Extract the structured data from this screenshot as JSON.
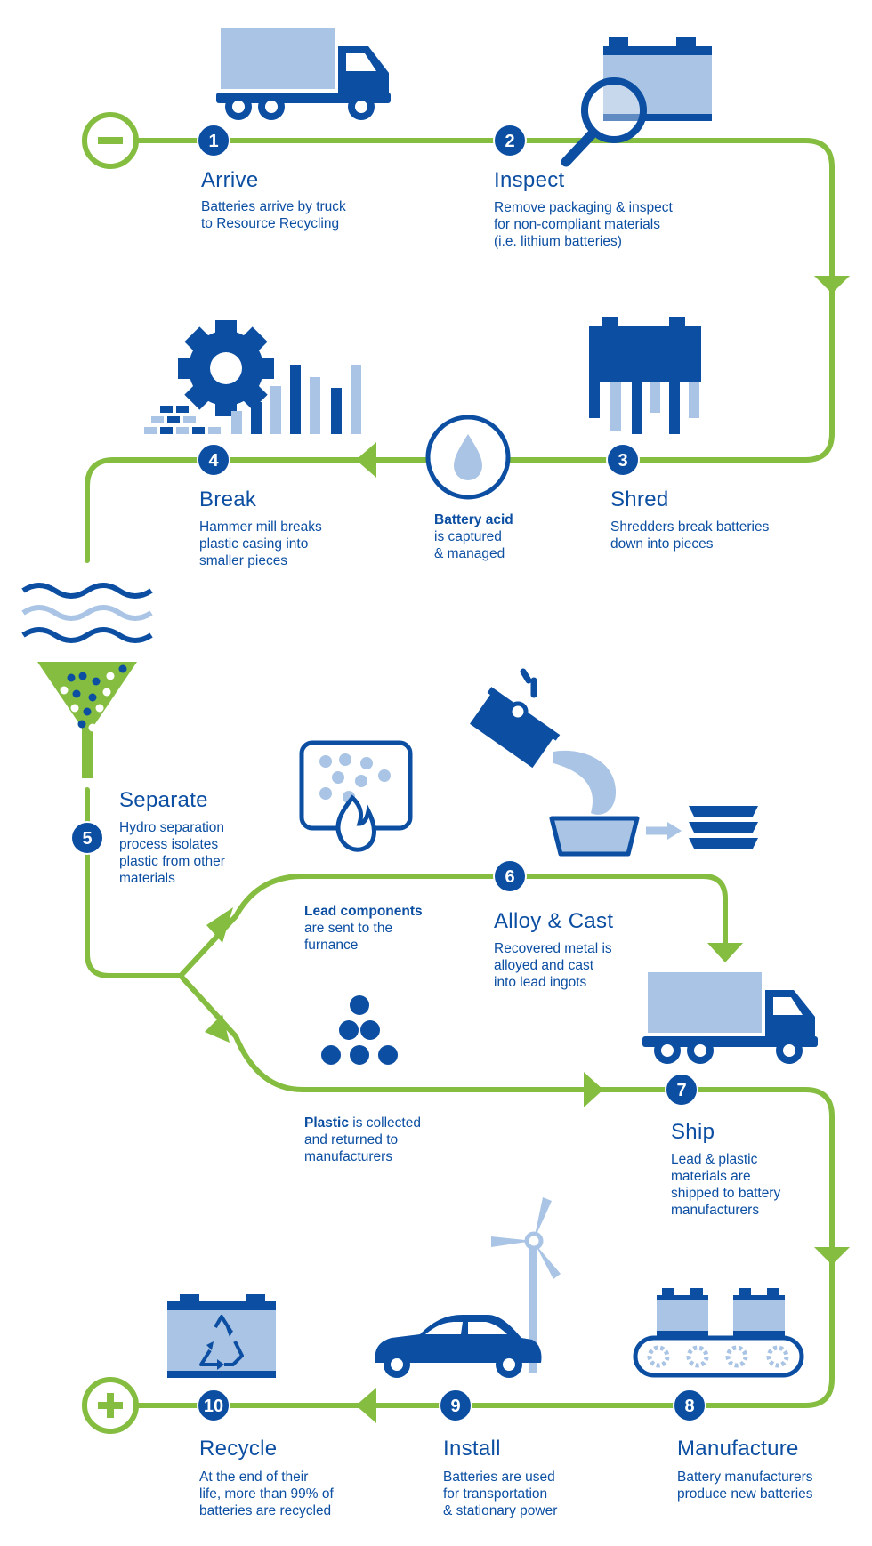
{
  "colors": {
    "green": "#84bd3f",
    "blue": "#0b4ea2",
    "light_blue": "#a9c4e4",
    "white": "#ffffff"
  },
  "start_icon": "minus-icon",
  "end_icon": "plus-icon",
  "steps": [
    {
      "num": "1",
      "title": "Arrive",
      "desc": [
        "Batteries arrive by truck",
        "to Resource Recycling"
      ],
      "icon": "truck-icon"
    },
    {
      "num": "2",
      "title": "Inspect",
      "desc": [
        "Remove packaging & inspect",
        "for non-compliant materials",
        "(i.e. lithium batteries)"
      ],
      "icon": "magnifier-battery-icon"
    },
    {
      "num": "3",
      "title": "Shred",
      "desc": [
        "Shredders break batteries",
        "down into pieces"
      ],
      "icon": "shredder-icon"
    },
    {
      "num": "4",
      "title": "Break",
      "desc": [
        "Hammer mill breaks",
        "plastic casing into",
        "smaller pieces"
      ],
      "icon": "gear-bars-icon"
    },
    {
      "num": "5",
      "title": "Separate",
      "desc": [
        "Hydro separation",
        "process isolates",
        "plastic from other",
        "materials"
      ],
      "icon": "water-funnel-icon"
    },
    {
      "num": "6",
      "title": "Alloy & Cast",
      "desc": [
        "Recovered metal is",
        "alloyed and cast",
        "into lead ingots"
      ],
      "icon": "ladle-ingots-icon"
    },
    {
      "num": "7",
      "title": "Ship",
      "desc": [
        "Lead & plastic",
        "materials are",
        "shipped to battery",
        "manufacturers"
      ],
      "icon": "truck-icon"
    },
    {
      "num": "8",
      "title": "Manufacture",
      "desc": [
        "Battery manufacturers",
        "produce new batteries"
      ],
      "icon": "conveyor-icon"
    },
    {
      "num": "9",
      "title": "Install",
      "desc": [
        "Batteries are used",
        "for transportation",
        "& stationary power"
      ],
      "icon": "car-turbine-icon"
    },
    {
      "num": "10",
      "title": "Recycle",
      "desc": [
        "At the end of their",
        "life, more than 99% of",
        "batteries are recycled"
      ],
      "icon": "recycle-battery-icon"
    }
  ],
  "notes": {
    "acid": {
      "bold": "Battery acid",
      "rest": [
        "is captured",
        "& managed"
      ],
      "icon": "droplet-icon"
    },
    "lead": {
      "bold": "Lead components",
      "rest": [
        "are sent to the",
        "furnance"
      ],
      "icon": "furnace-icon"
    },
    "plastic": {
      "bold": "Plastic",
      "rest_first": "is collected",
      "rest": [
        "and returned to",
        "manufacturers"
      ],
      "icon": "pellets-icon"
    }
  }
}
